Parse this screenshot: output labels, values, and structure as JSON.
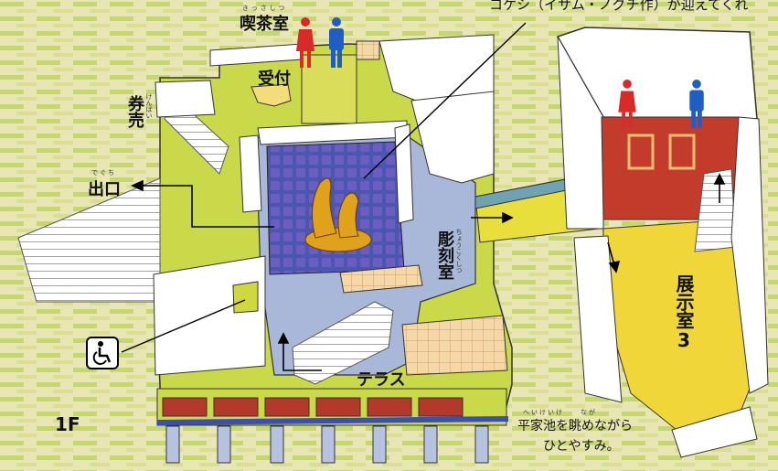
{
  "floor": "1F",
  "top_caption": "コケシ（イサム・ノグチ作）が迎えてくれ",
  "rooms": {
    "cafe": {
      "label": "喫茶室",
      "ruby": "きっさしつ"
    },
    "reception": {
      "label": "受付"
    },
    "ticket": {
      "label": "券売",
      "ruby": "けんばい"
    },
    "exit": {
      "label": "出口",
      "ruby": "でぐち"
    },
    "sculpture": {
      "label": "彫刻室",
      "ruby": "ちょうこくしつ"
    },
    "terrace": {
      "label": "テラス"
    },
    "exhibition3": {
      "label": "展示室3"
    }
  },
  "pond_note": {
    "line1": "平家池を眺めながら",
    "line2": "ひとやすみ。",
    "ruby": "へいけいけ　　なが"
  },
  "icons": [
    "restroom-female-icon",
    "restroom-male-icon",
    "wheelchair-icon",
    "arrow-icon"
  ],
  "colors": {
    "background": "#e6e3a6",
    "floor_yellow": "#c9d94a",
    "sculpture_blue": "#a9b8d8",
    "grid_blue": "#4a56b0",
    "exhibit_yellow": "#f1d63a",
    "red_room": "#c23b2b",
    "female": "#d92a2a",
    "male": "#1f5fc4",
    "railing": "#3a4fb0"
  }
}
